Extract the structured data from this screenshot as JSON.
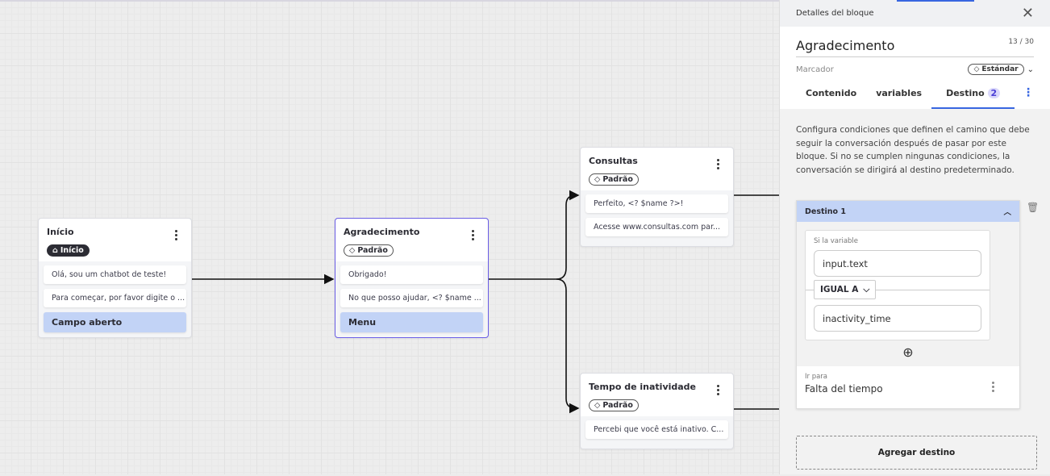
{
  "canvas": {
    "nodes": [
      {
        "title": "Início",
        "tag": "Início",
        "tag_icon": "home-icon",
        "messages": [
          "Olá, sou um chatbot de teste!",
          "Para começar, por favor digite o ..."
        ],
        "option": "Campo aberto"
      },
      {
        "title": "Agradecimento",
        "tag": "Padrão",
        "tag_icon": "tag-icon",
        "messages": [
          "Obrigado!",
          "No que posso ajudar, <? $name ..."
        ],
        "option": "Menu"
      },
      {
        "title": "Consultas",
        "tag": "Padrão",
        "tag_icon": "tag-icon",
        "messages": [
          "Perfeito, <? $name ?>!",
          "Acesse www.consultas.com par..."
        ]
      },
      {
        "title": "Tempo de inatividade",
        "tag": "Padrão",
        "tag_icon": "tag-icon",
        "messages": [
          "Percebi que você está inativo. C..."
        ]
      }
    ]
  },
  "panel": {
    "header": "Detalles del bloque",
    "name": "Agradecimento",
    "counter": "13 / 30",
    "marker_label": "Marcador",
    "marker_value": "Estándar",
    "tabs": [
      {
        "label": "Contenido"
      },
      {
        "label": "variables"
      },
      {
        "label": "Destino",
        "badge": "2"
      }
    ],
    "description": "Configura condiciones que definen el camino que debe seguir la conversación después de pasar por este bloque. Si no se cumplen ningunas condiciones, la conversación se dirigirá al destino predeterminado.",
    "destination": {
      "title": "Destino 1",
      "cond_label": "Si la variable",
      "variable": "input.text",
      "operator": "IGUAL A",
      "value": "inactivity_time",
      "goto_label": "Ir para",
      "goto_value": "Falta del tiempo"
    },
    "add_label": "Agregar destino"
  },
  "colors": {
    "accent": "#3866e0",
    "selected_border": "#6a5de6",
    "option_bg": "#c2d3f6"
  }
}
